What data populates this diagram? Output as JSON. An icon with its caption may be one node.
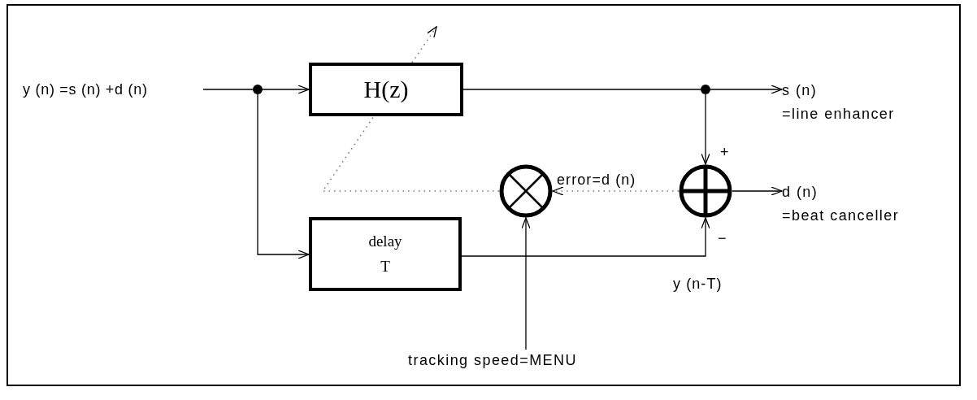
{
  "diagram": {
    "nodes": [
      {
        "text": [
          "y (n) =s (n) +d (n)"
        ]
      },
      {
        "text": [],
        "shape": "circle"
      },
      {
        "text": [
          "H(z)"
        ]
      },
      {
        "text": [
          "delay",
          "T"
        ]
      },
      {
        "text": [],
        "shape": "circle"
      },
      {
        "text": [
          "s (n)",
          "=line enhancer"
        ]
      },
      {
        "text": [],
        "shape": "circle"
      },
      {
        "text": [],
        "shape": "circle",
        "beside": [
          "+",
          "−"
        ]
      },
      {
        "text": [
          "d (n)",
          "=beat canceller"
        ]
      },
      {
        "text": [
          "tracking speed=MENU"
        ]
      }
    ],
    "edges": [
      {
        "from": 0,
        "to": 1,
        "arrow": "none"
      },
      {
        "from": 1,
        "to": 2,
        "arrow": "to"
      },
      {
        "from": 1,
        "to": 3,
        "arrow": "to"
      },
      {
        "from": 2,
        "to": 4,
        "arrow": "none"
      },
      {
        "from": 4,
        "to": 5,
        "arrow": "to"
      },
      {
        "from": 4,
        "to": 7,
        "arrow": "to"
      },
      {
        "from": 3,
        "to": 7,
        "arrow": "to",
        "label": "y (n-T)"
      },
      {
        "from": 7,
        "to": 8,
        "arrow": "to"
      },
      {
        "from": 7,
        "to": 6,
        "arrow": "to",
        "style": "dashed",
        "color": "#777777",
        "label": "error=d (n)"
      },
      {
        "from": 9,
        "to": 6,
        "arrow": "to"
      },
      {
        "from": 6,
        "to": 2,
        "arrow": "none",
        "style": "dashed",
        "color": "#777777"
      },
      {
        "from": 2,
        "to": null,
        "arrow": "to",
        "style": "dashed",
        "color": "#777777"
      }
    ]
  }
}
